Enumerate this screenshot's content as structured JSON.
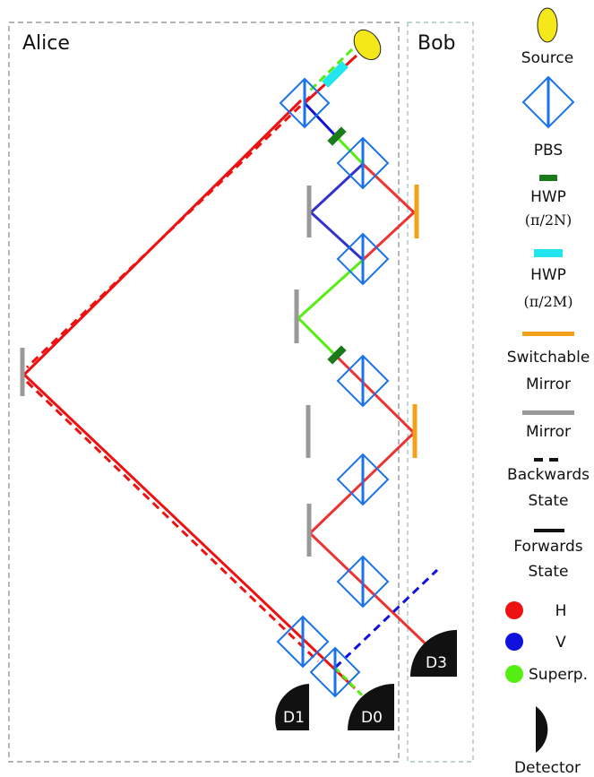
{
  "panels": {
    "alice": "Alice",
    "bob": "Bob"
  },
  "detectors": {
    "d0": "D0",
    "d1": "D1",
    "d3": "D3"
  },
  "legend": {
    "source": "Source",
    "pbs": "PBS",
    "hwp_n_title": "HWP",
    "hwp_n_sub": "(π/2N)",
    "hwp_m_title": "HWP",
    "hwp_m_sub": "(π/2M)",
    "switchable_line1": "Switchable",
    "switchable_line2": "Mirror",
    "mirror": "Mirror",
    "backwards_line1": "Backwards",
    "backwards_line2": "State",
    "forwards_line1": "Forwards",
    "forwards_line2": "State",
    "h": "H",
    "v": "V",
    "superp": "Superp.",
    "detector": "Detector"
  },
  "colors": {
    "h_beam": "#ee1111",
    "v_beam": "#1111dd",
    "superposition": "#55ee11",
    "pbs": "#1a73e8",
    "hwp_n": "#1a7a1a",
    "hwp_m": "#22e5f0",
    "switchable_mirror": "#f5a01a",
    "mirror": "#999999",
    "source": "#f5e81a",
    "detector": "#111111"
  }
}
